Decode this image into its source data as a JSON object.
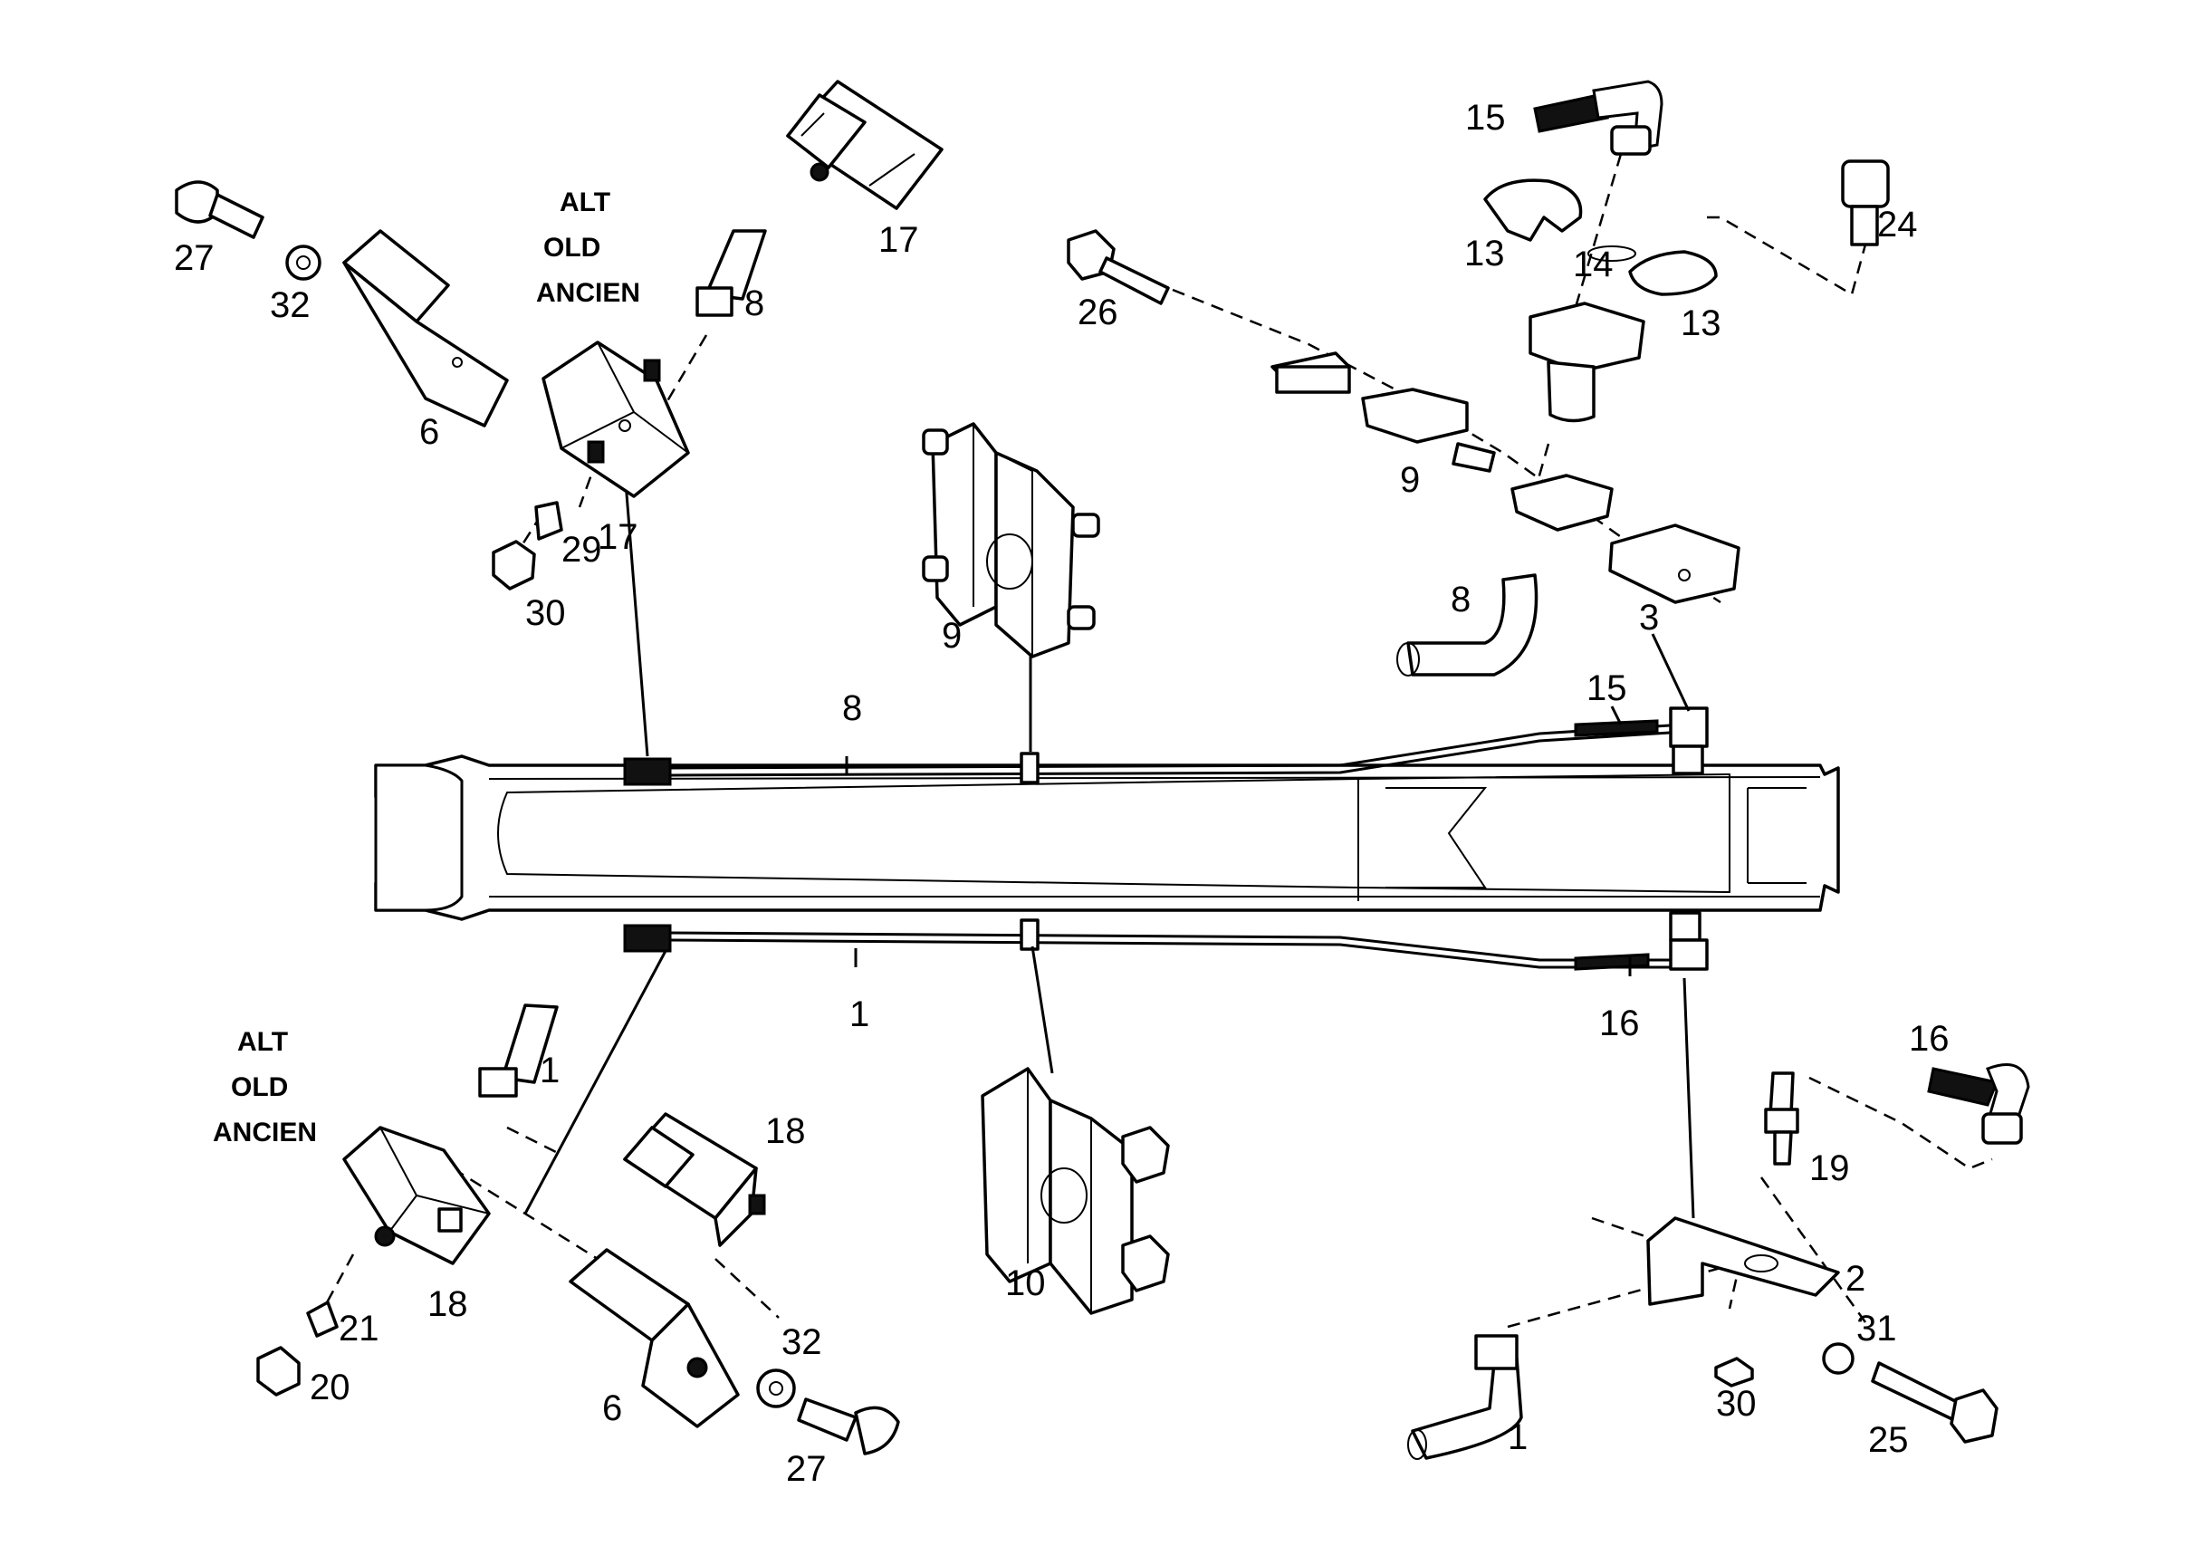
{
  "alt_labels": {
    "upper": [
      "ALT",
      "OLD",
      "ANCIEN"
    ],
    "lower": [
      "ALT",
      "OLD",
      "ANCIEN"
    ]
  },
  "callouts": {
    "c15_top": "15",
    "c17_top": "17",
    "c13_left": "13",
    "c14": "14",
    "c13_right": "13",
    "c24": "24",
    "c27_top": "27",
    "c32_top": "32",
    "c8_upper": "8",
    "c26": "26",
    "c6_top": "6",
    "c17_mid": "17",
    "c29": "29",
    "c30_top": "30",
    "c9_clamp": "9",
    "c9_kit": "9",
    "c8_hose": "8",
    "c3": "3",
    "c8_line": "8",
    "c15_line": "15",
    "c1_line": "1",
    "c16_line": "16",
    "c16_right": "16",
    "c1_fitting": "1",
    "c18_clip": "18",
    "c19": "19",
    "c18_block": "18",
    "c21": "21",
    "c20": "20",
    "c10": "10",
    "c2": "2",
    "c31": "31",
    "c32_bottom": "32",
    "c6_bottom": "6",
    "c27_bottom": "27",
    "c30_bottom": "30",
    "c1_bottom": "1",
    "c25": "25"
  }
}
